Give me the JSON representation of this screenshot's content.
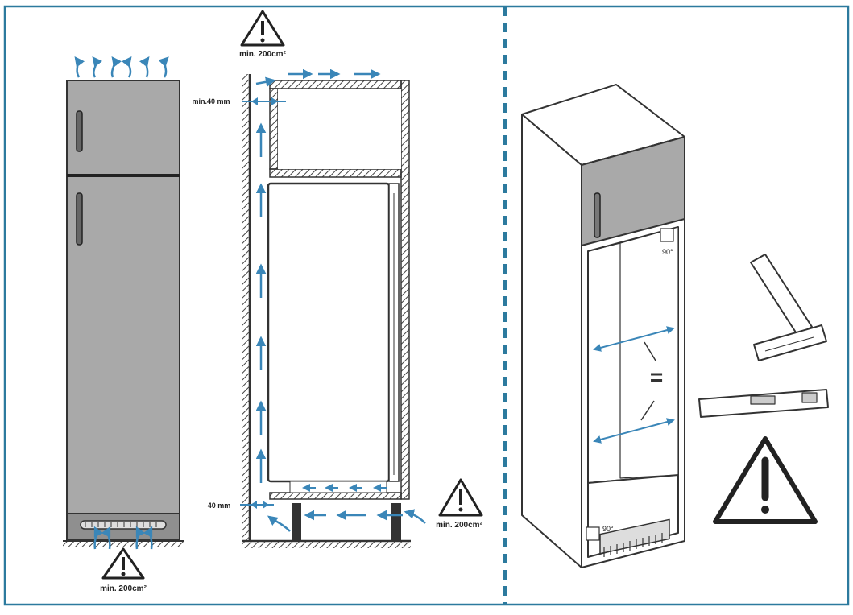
{
  "colors": {
    "frame": "#2c7a9e",
    "arrow": "#3a86b8",
    "panel": "#a9a9a9",
    "panel_dark": "#8f8f8f",
    "ink": "#222222",
    "hatch": "#555555"
  },
  "labels": {
    "vent_top": "min. 200cm²",
    "vent_right": "min. 200cm²",
    "vent_bottom": "min. 200cm²",
    "gap_top": "min.40 mm",
    "gap_bottom": "40 mm",
    "angle_top": "90°",
    "angle_bottom": "90°",
    "equal_sign": "="
  },
  "icons": [
    "warning-triangle-icon",
    "set-square-icon",
    "spirit-level-icon",
    "airflow-arrow-icon"
  ]
}
